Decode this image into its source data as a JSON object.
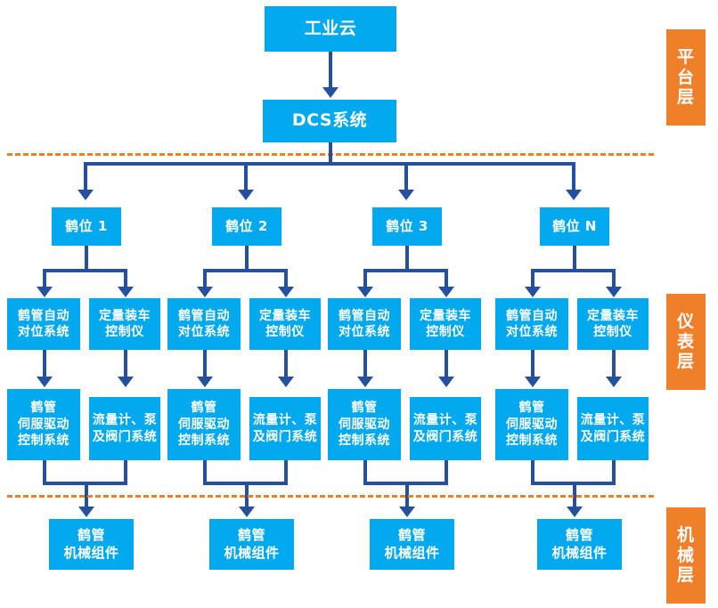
{
  "diagram": {
    "title_top": "工业云",
    "dcs": "DCS系统",
    "layers": [
      {
        "id": "platform",
        "label": "平台层",
        "chars": [
          "平",
          "台",
          "层"
        ]
      },
      {
        "id": "instrument",
        "label": "仪表层",
        "chars": [
          "仪",
          "表",
          "层"
        ]
      },
      {
        "id": "mechanical",
        "label": "机械层",
        "chars": [
          "机",
          "械",
          "层"
        ]
      }
    ],
    "stations": [
      {
        "name": "鹤位 1"
      },
      {
        "name": "鹤位 2"
      },
      {
        "name": "鹤位 3"
      },
      {
        "name": "鹤位 N"
      }
    ],
    "instrument_left": "鹤管自动\n对位系统",
    "instrument_right": "定量装车\n控制仪",
    "control_left": "鹤管\n伺服驱动\n控制系统",
    "control_right": "流量计、泵\n及阀门系统",
    "mechanical_unit": "鹤管\n机械组件",
    "colors": {
      "box_blue": "#03a9ef",
      "layer_orange": "#f07f2a",
      "connector_blue": "#24509e",
      "background": "#ffffff"
    }
  }
}
